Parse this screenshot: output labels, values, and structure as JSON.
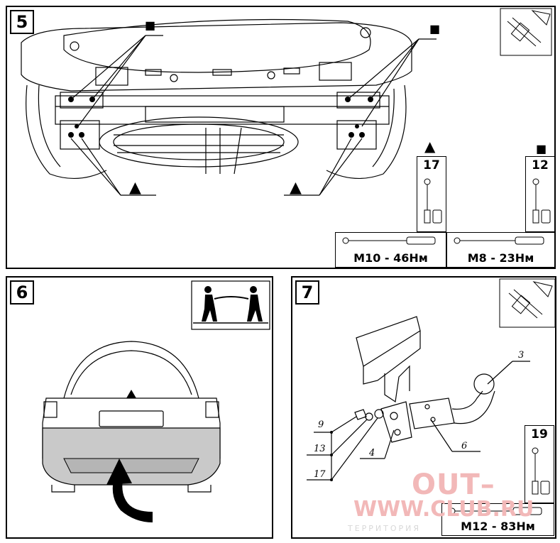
{
  "panels": {
    "step5": {
      "number": "5",
      "symbols": {
        "square": "■",
        "triangle": "▲"
      },
      "tools": [
        {
          "size": "17",
          "symbol": "▲"
        },
        {
          "size": "12",
          "symbol": "■"
        }
      ],
      "torques": [
        "M10 - 46Нм",
        "M8 - 23Нм"
      ]
    },
    "step6": {
      "number": "6"
    },
    "step7": {
      "number": "7",
      "callouts": [
        "3",
        "4",
        "6",
        "9",
        "13",
        "17"
      ],
      "tool": {
        "size": "19"
      },
      "torque": "M12 - 83Нм"
    }
  },
  "watermark": {
    "line1": "OUT–",
    "line2": "WWW.CLUB.RU",
    "line3": "ТЕРРИТОРИЯ"
  },
  "colors": {
    "bumper_fill": "#c9c9c9",
    "watermark": "#f2b8b8",
    "ink": "#000000"
  }
}
